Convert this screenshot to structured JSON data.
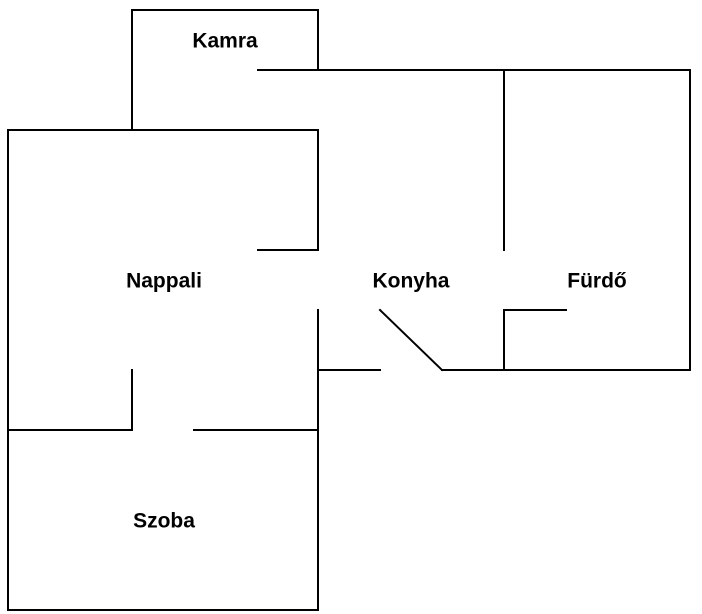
{
  "rooms": {
    "kamra": "Kamra",
    "nappali": "Nappali",
    "konyha": "Konyha",
    "furdo": "Fürdő",
    "szoba": "Szoba"
  },
  "colors": {
    "wall": "#000000",
    "background": "#ffffff"
  }
}
